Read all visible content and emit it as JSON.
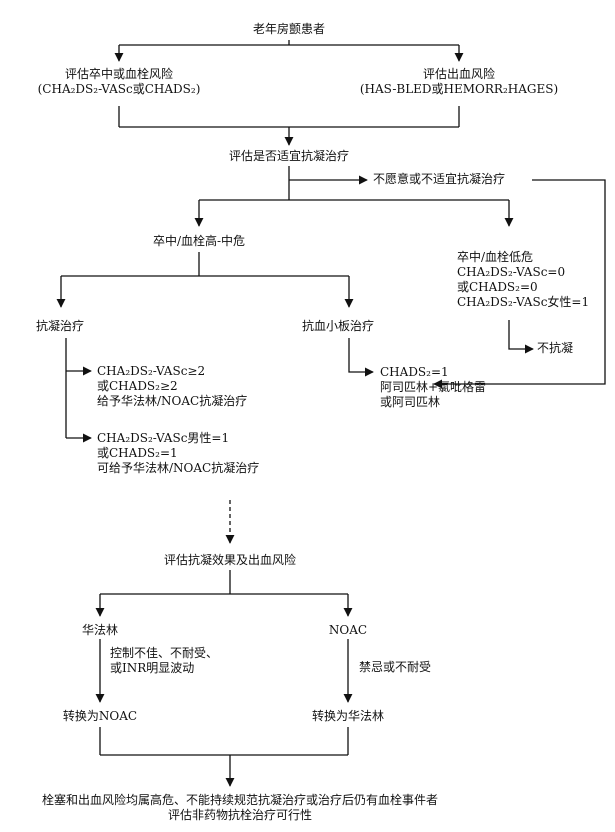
{
  "nodes": {
    "start": "老年房颤患者",
    "stroke_risk": [
      "评估卒中或血栓风险",
      "(CHA₂DS₂-VASc或CHADS₂)"
    ],
    "bleed_risk": [
      "评估出血风险",
      "(HAS-BLED或HEMORR₂HAGES)"
    ],
    "suitability": "评估是否适宜抗凝治疗",
    "unwilling": "不愿意或不适宜抗凝治疗",
    "mid_high": "卒中/血栓高-中危",
    "low_risk": [
      "卒中/血栓低危",
      "CHA₂DS₂-VASc=0",
      "或CHADS₂=0",
      "CHA₂DS₂-VASc女性=1"
    ],
    "no_anticoag": "不抗凝",
    "anticoag": "抗凝治疗",
    "antiplatelet": "抗血小板治疗",
    "ap_detail": [
      "CHADS₂=1",
      "阿司匹林+氯吡格雷",
      "或阿司匹林"
    ],
    "ac_detail_1": [
      "CHA₂DS₂-VASc≥2",
      "或CHADS₂≥2",
      "给予华法林/NOAC抗凝治疗"
    ],
    "ac_detail_2": [
      "CHA₂DS₂-VASc男性=1",
      "或CHADS₂=1",
      "可给予华法林/NOAC抗凝治疗"
    ],
    "evaluate": "评估抗凝效果及出血风险",
    "warfarin": "华法林",
    "noac": "NOAC",
    "warfarin_issue": [
      "控制不佳、不耐受、",
      "或INR明显波动"
    ],
    "noac_issue": "禁忌或不耐受",
    "to_noac": "转换为NOAC",
    "to_warfarin": "转换为华法林",
    "final": [
      "栓塞和出血风险均属高危、不能持续规范抗凝治疗或治疗后仍有血栓事件者",
      "评估非药物抗栓治疗可行性"
    ]
  }
}
